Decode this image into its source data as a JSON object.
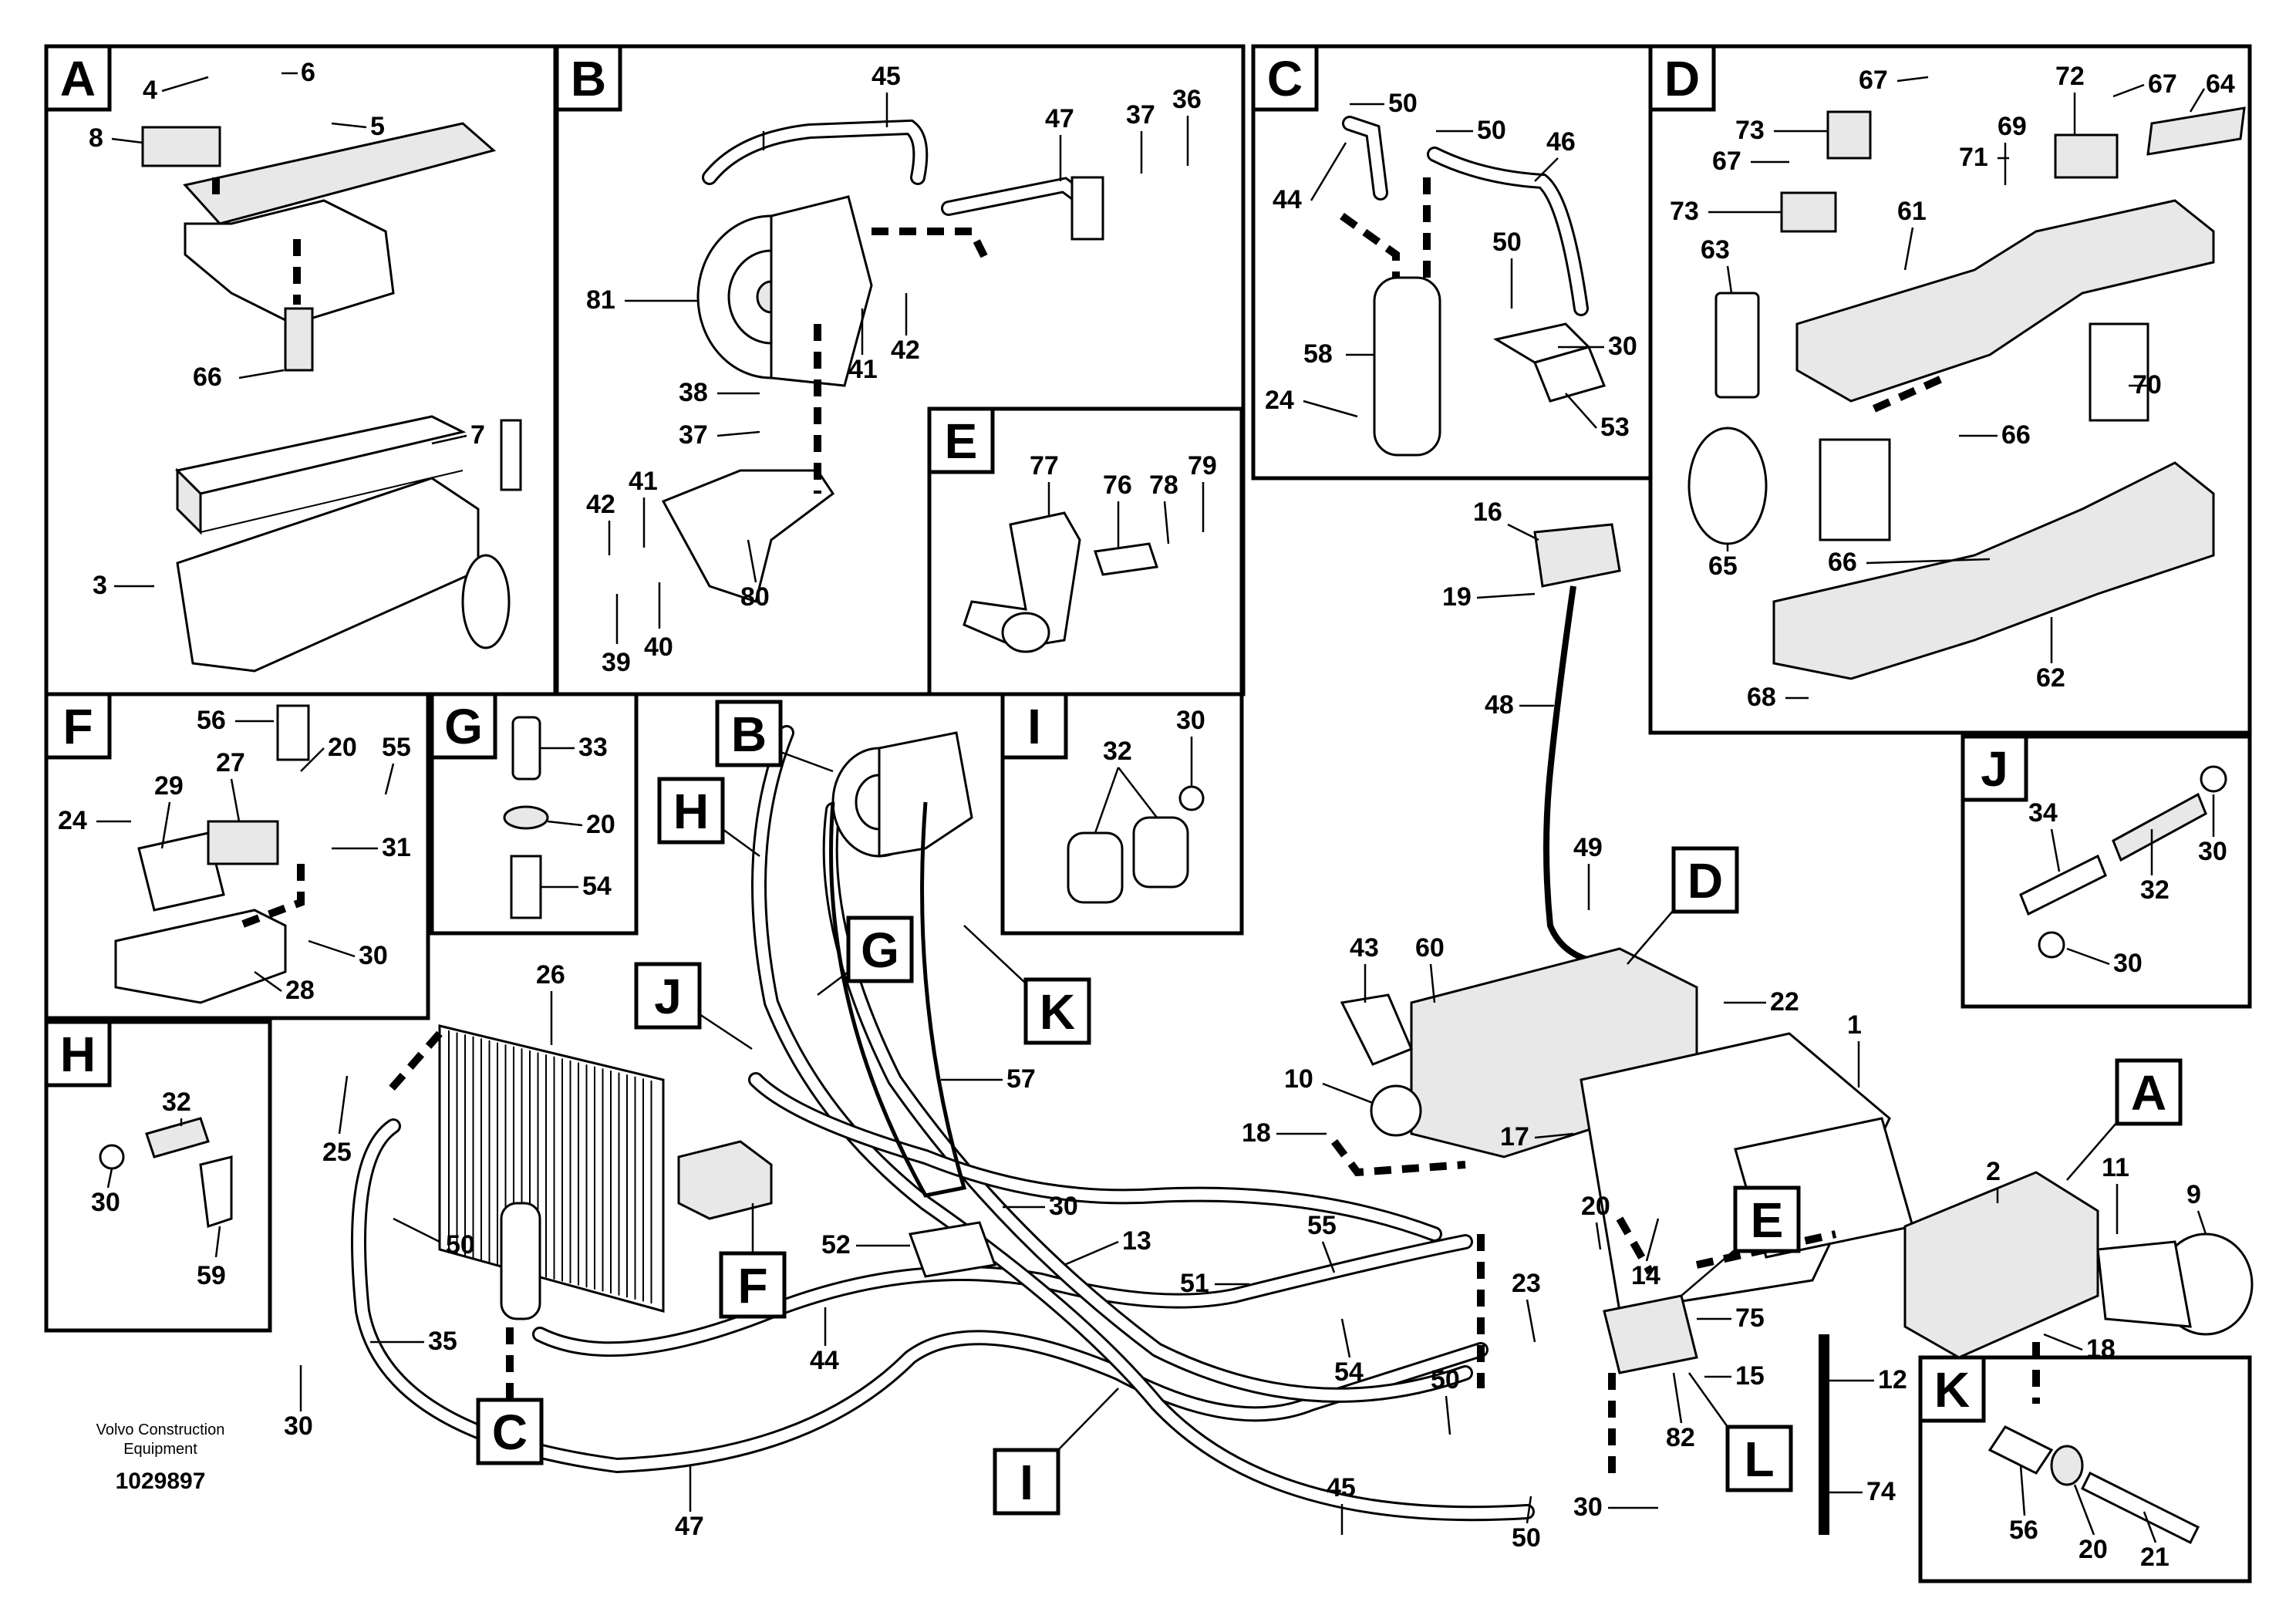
{
  "panel_letters": {
    "A": "A",
    "B": "B",
    "C": "C",
    "D": "D",
    "E": "E",
    "F": "F",
    "G": "G",
    "H": "H",
    "I": "I",
    "J": "J",
    "K": "K",
    "L": "L"
  },
  "part_numbers": {
    "n1": "1",
    "n2": "2",
    "n3": "3",
    "n4": "4",
    "n5": "5",
    "n6": "6",
    "n7": "7",
    "n8": "8",
    "n9": "9",
    "n10": "10",
    "n11": "11",
    "n12": "12",
    "n13": "13",
    "n14": "14",
    "n15": "15",
    "n16": "16",
    "n17": "17",
    "n18": "18",
    "n19": "19",
    "n20": "20",
    "n21": "21",
    "n22": "22",
    "n23": "23",
    "n24": "24",
    "n25": "25",
    "n26": "26",
    "n27": "27",
    "n28": "28",
    "n29": "29",
    "n30": "30",
    "n31": "31",
    "n32": "32",
    "n33": "33",
    "n34": "34",
    "n35": "35",
    "n36": "36",
    "n37": "37",
    "n38": "38",
    "n39": "39",
    "n40": "40",
    "n41": "41",
    "n42": "42",
    "n43": "43",
    "n44": "44",
    "n45": "45",
    "n46": "46",
    "n47": "47",
    "n48": "48",
    "n49": "49",
    "n50": "50",
    "n51": "51",
    "n52": "52",
    "n53": "53",
    "n54": "54",
    "n55": "55",
    "n56": "56",
    "n57": "57",
    "n58": "58",
    "n59": "59",
    "n60": "60",
    "n61": "61",
    "n62": "62",
    "n63": "63",
    "n64": "64",
    "n65": "65",
    "n66": "66",
    "n67": "67",
    "n68": "68",
    "n69": "69",
    "n70": "70",
    "n71": "71",
    "n72": "72",
    "n73": "73",
    "n74": "74",
    "n75": "75",
    "n76": "76",
    "n77": "77",
    "n78": "78",
    "n79": "79",
    "n80": "80",
    "n81": "81",
    "n82": "82"
  },
  "brand": {
    "line1": "Volvo Construction",
    "line2": "Equipment"
  },
  "document_number": "1029897",
  "colors": {
    "line": "#000000",
    "background": "#ffffff",
    "part_fill": "#e8e8e8"
  }
}
